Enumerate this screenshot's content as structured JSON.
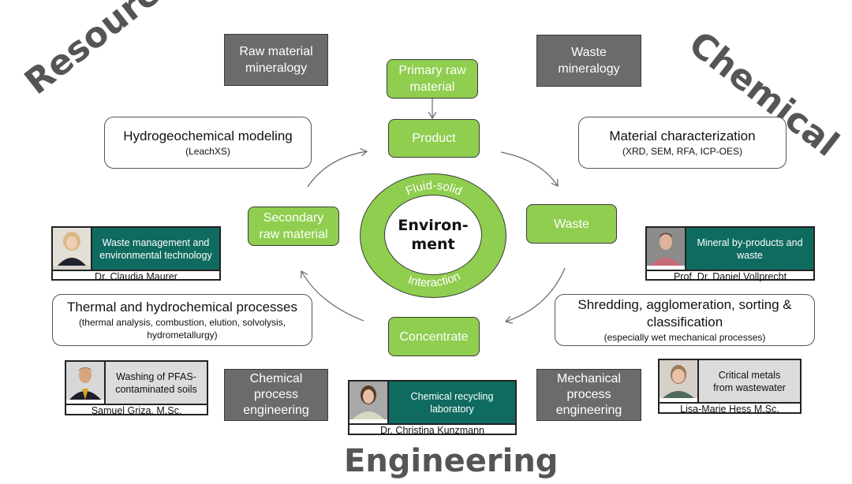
{
  "headings": {
    "resource": "Resource &",
    "chemical": "Chemical",
    "engineering": "Engineering"
  },
  "gray_boxes": {
    "raw_material_mineralogy": [
      "Raw material",
      "mineralogy"
    ],
    "waste_mineralogy": [
      "Waste",
      "mineralogy"
    ],
    "chemical_process_engineering": [
      "Chemical",
      "process",
      "engineering"
    ],
    "mechanical_process_engineering": [
      "Mechanical",
      "process",
      "engineering"
    ]
  },
  "cycle": {
    "primary_raw_material": [
      "Primary raw",
      "material"
    ],
    "product": "Product",
    "waste": "Waste",
    "concentrate": "Concentrate",
    "secondary_raw_material": [
      "Secondary",
      "raw material"
    ],
    "center": {
      "top_arc": "Fluid-solid",
      "bottom_arc": "Interaction",
      "title_line1": "Environ-",
      "title_line2": "ment"
    }
  },
  "methods": {
    "hydrogeochemical": {
      "title": "Hydrogeochemical modeling",
      "sub": "(LeachXS)"
    },
    "material_characterization": {
      "title": "Material characterization",
      "sub": "(XRD, SEM, RFA, ICP-OES)"
    },
    "thermal": {
      "title": "Thermal and hydrochemical processes",
      "sub1": "(thermal analysis, combustion, elution, solvolysis,",
      "sub2": "hydrometallurgy)"
    },
    "shredding": {
      "title1": "Shredding, agglomeration, sorting &",
      "title2": "classification",
      "sub": "(especially wet mechanical processes)"
    }
  },
  "people": [
    {
      "topic1": "Waste management and",
      "topic2": "environmental technology",
      "name": "Dr. Claudia Maurer",
      "style": "teal"
    },
    {
      "topic1": "Mineral by-products and",
      "topic2": "waste",
      "name": "Prof. Dr. Daniel Vollprecht",
      "style": "teal"
    },
    {
      "topic1": "Washing of PFAS-",
      "topic2": "contaminated soils",
      "name": "Samuel Griza, M.Sc.",
      "style": "light"
    },
    {
      "topic1": "Chemical recycling",
      "topic2": "laboratory",
      "name": "Dr. Christina Kunzmann",
      "style": "teal"
    },
    {
      "topic1": "Critical metals",
      "topic2": "from wastewater",
      "name": "Lisa-Marie Hess M.Sc.",
      "style": "light"
    }
  ],
  "colors": {
    "green": "#8fce4f",
    "teal": "#0f6b5f",
    "gray": "#6b6b6b",
    "heading_gray": "#555555"
  }
}
